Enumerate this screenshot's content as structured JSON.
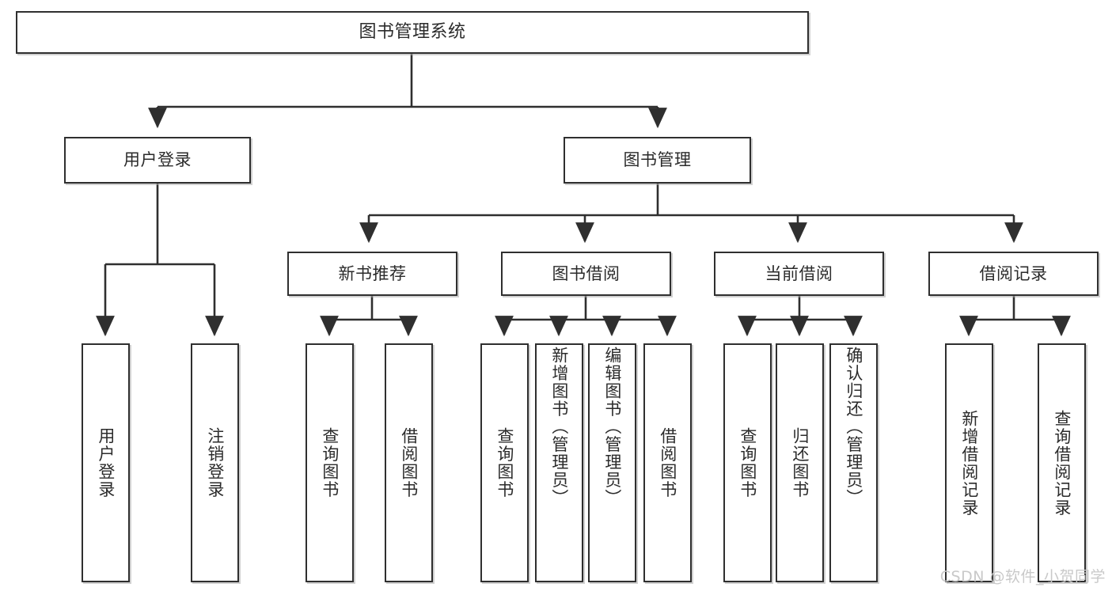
{
  "diagram": {
    "type": "tree-structure-chart",
    "title": "图书管理系统",
    "colors": {
      "box_border": "#2f2f2f",
      "box_fill": "#ffffff",
      "line": "#2f2f2f",
      "text": "#2b2b2b",
      "watermark": "#c9c9c9"
    },
    "levels": {
      "root": {
        "id": "root",
        "label": "图书管理系统"
      },
      "level2": [
        {
          "id": "user-login",
          "label": "用户登录"
        },
        {
          "id": "book-management",
          "label": "图书管理"
        }
      ],
      "level3": [
        {
          "id": "new-book-recommend",
          "label": "新书推荐",
          "parent": "book-management"
        },
        {
          "id": "book-borrow",
          "label": "图书借阅",
          "parent": "book-management"
        },
        {
          "id": "current-borrow",
          "label": "当前借阅",
          "parent": "book-management"
        },
        {
          "id": "borrow-record",
          "label": "借阅记录",
          "parent": "book-management"
        }
      ],
      "leaves": [
        {
          "id": "leaf-user-login",
          "label": "用户登录",
          "parent": "user-login"
        },
        {
          "id": "leaf-logout",
          "label": "注销登录",
          "parent": "user-login"
        },
        {
          "id": "leaf-query-book-1",
          "label": "查询图书",
          "parent": "new-book-recommend"
        },
        {
          "id": "leaf-borrow-book-1",
          "label": "借阅图书",
          "parent": "new-book-recommend"
        },
        {
          "id": "leaf-query-book-2",
          "label": "查询图书",
          "parent": "book-borrow"
        },
        {
          "id": "leaf-add-book",
          "label": "新增图书（管理员）",
          "parent": "book-borrow"
        },
        {
          "id": "leaf-edit-book",
          "label": "编辑图书（管理员）",
          "parent": "book-borrow"
        },
        {
          "id": "leaf-borrow-book-2",
          "label": "借阅图书",
          "parent": "book-borrow"
        },
        {
          "id": "leaf-query-book-3",
          "label": "查询图书",
          "parent": "current-borrow"
        },
        {
          "id": "leaf-return-book",
          "label": "归还图书",
          "parent": "current-borrow"
        },
        {
          "id": "leaf-confirm-return",
          "label": "确认归还（管理员）",
          "parent": "current-borrow"
        },
        {
          "id": "leaf-add-record",
          "label": "新增借阅记录",
          "parent": "borrow-record"
        },
        {
          "id": "leaf-query-record",
          "label": "查询借阅记录",
          "parent": "borrow-record"
        }
      ]
    },
    "watermark": "CSDN @软件_小贺同学"
  }
}
